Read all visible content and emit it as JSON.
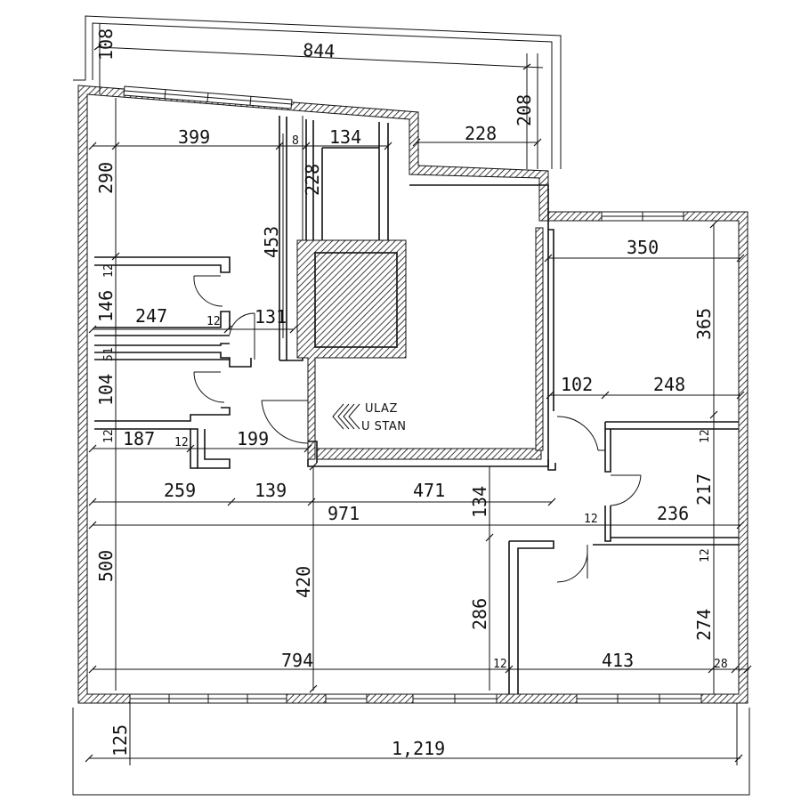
{
  "plan": {
    "entrance_label_line1": "ULAZ",
    "entrance_label_line2": "U STAN",
    "entrance_icon": "double-chevron-left-icon",
    "colors": {
      "line": "#111111",
      "background": "#ffffff"
    }
  },
  "dimensions": {
    "top_terrace_height": "108",
    "top_terrace_width": "844",
    "terrace_right_height": "208",
    "terrace_right_width": "228",
    "room_nw_width": "399",
    "wall_8": "8",
    "bath_width": "134",
    "bath_height": "228",
    "room_nw_height": "290",
    "hall_height": "453",
    "room_ne_width": "350",
    "room_ne_height": "365",
    "wall_12_a": "12",
    "wc_height": "146",
    "corridor_width": "247",
    "wall_12_b": "12",
    "hall_width": "131",
    "wall_51": "51",
    "storage_height": "104",
    "closet_width": "102",
    "room_e_width": "248",
    "wall_12_c": "12",
    "room_w_width": "187",
    "wall_12_d": "12",
    "vestibule_width": "199",
    "wall_12_e": "12",
    "living_width_a": "259",
    "living_width_b": "139",
    "living_width_c": "471",
    "stair_height": "134",
    "room_se_height": "217",
    "total_width": "971",
    "wall_12_f": "12",
    "room_se_width": "236",
    "wall_12_g": "12",
    "living_height": "500",
    "kitchen_height": "420",
    "dining_height": "286",
    "room_s_height": "274",
    "living_length": "794",
    "wall_12_h": "12",
    "room_s_width": "413",
    "wall_28": "28",
    "bottom_terrace_height": "125",
    "bottom_terrace_width": "1,219"
  }
}
